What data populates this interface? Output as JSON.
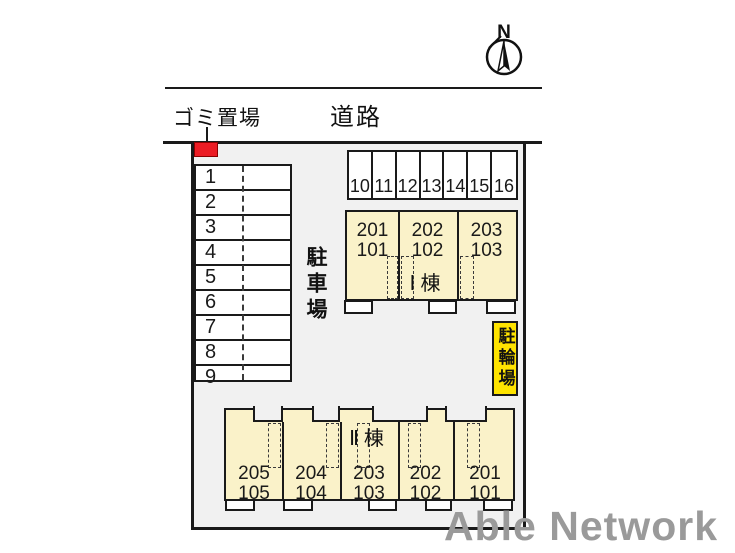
{
  "compass": {
    "north_label": "N"
  },
  "labels": {
    "garbage": "ゴミ置場",
    "road": "道路",
    "parking": "駐車場",
    "bicycle": "駐輪場"
  },
  "parking_left": {
    "spaces": [
      "1",
      "2",
      "3",
      "4",
      "5",
      "6",
      "7",
      "8",
      "9"
    ]
  },
  "parking_top": {
    "spaces": [
      "10",
      "11",
      "12",
      "13",
      "14",
      "15",
      "16"
    ]
  },
  "building1": {
    "name": "Ⅰ棟",
    "units": [
      {
        "upper": "201",
        "lower": "101"
      },
      {
        "upper": "202",
        "lower": "102"
      },
      {
        "upper": "203",
        "lower": "103"
      }
    ]
  },
  "building2": {
    "name": "Ⅱ棟",
    "units": [
      {
        "upper": "205",
        "lower": "105"
      },
      {
        "upper": "204",
        "lower": "104"
      },
      {
        "upper": "203",
        "lower": "103"
      },
      {
        "upper": "202",
        "lower": "102"
      },
      {
        "upper": "201",
        "lower": "101"
      }
    ]
  },
  "watermark": "Able Network",
  "colors": {
    "building_fill": "#faf2c9",
    "bicycle_fill": "#ffe400",
    "garbage_marker": "#ec1c24",
    "outline": "#1a1a1a",
    "site_background": "#f1f1f1",
    "watermark_gray": "#9a9a9a"
  }
}
